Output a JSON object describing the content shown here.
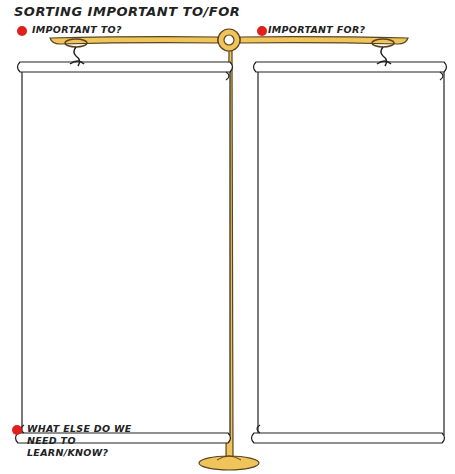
{
  "diagram": {
    "title": "SORTING IMPORTANT TO/FOR",
    "nodes": [
      {
        "text": [
          "IMPORTANT TO?"
        ]
      },
      {
        "text": [
          "IMPORTANT FOR?"
        ]
      }
    ],
    "labels": [
      "WHAT ELSE DO WE NEED TO LEARN/KNOW?"
    ]
  }
}
